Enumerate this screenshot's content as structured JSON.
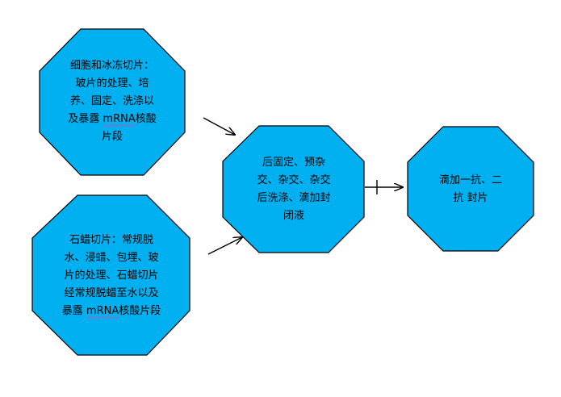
{
  "colors": {
    "node_fill": "#00b0f0",
    "node_stroke": "#000000",
    "arrow": "#000000"
  },
  "nodes": {
    "fresh": {
      "lines": [
        "细胞和冰冻切片：",
        "玻片的处理、培",
        "养、固定、洗涤以",
        "及暴露",
        "mRNA",
        "核酸",
        "片段"
      ]
    },
    "paraffin": {
      "lines": [
        "石蜡切片：常规脱",
        "水、浸蜡、包埋、玻",
        "片的处理、石蜡切片",
        "经常规脱蜡至水以及",
        "暴露",
        "mRNA",
        "核酸片段"
      ]
    },
    "hybrid": {
      "lines": [
        "后固定、预杂",
        "交、杂交、杂交",
        "后洗涤、滴加封",
        "闭液"
      ]
    },
    "antibody": {
      "lines": [
        "滴加一抗、二",
        "抗 封片"
      ]
    }
  }
}
